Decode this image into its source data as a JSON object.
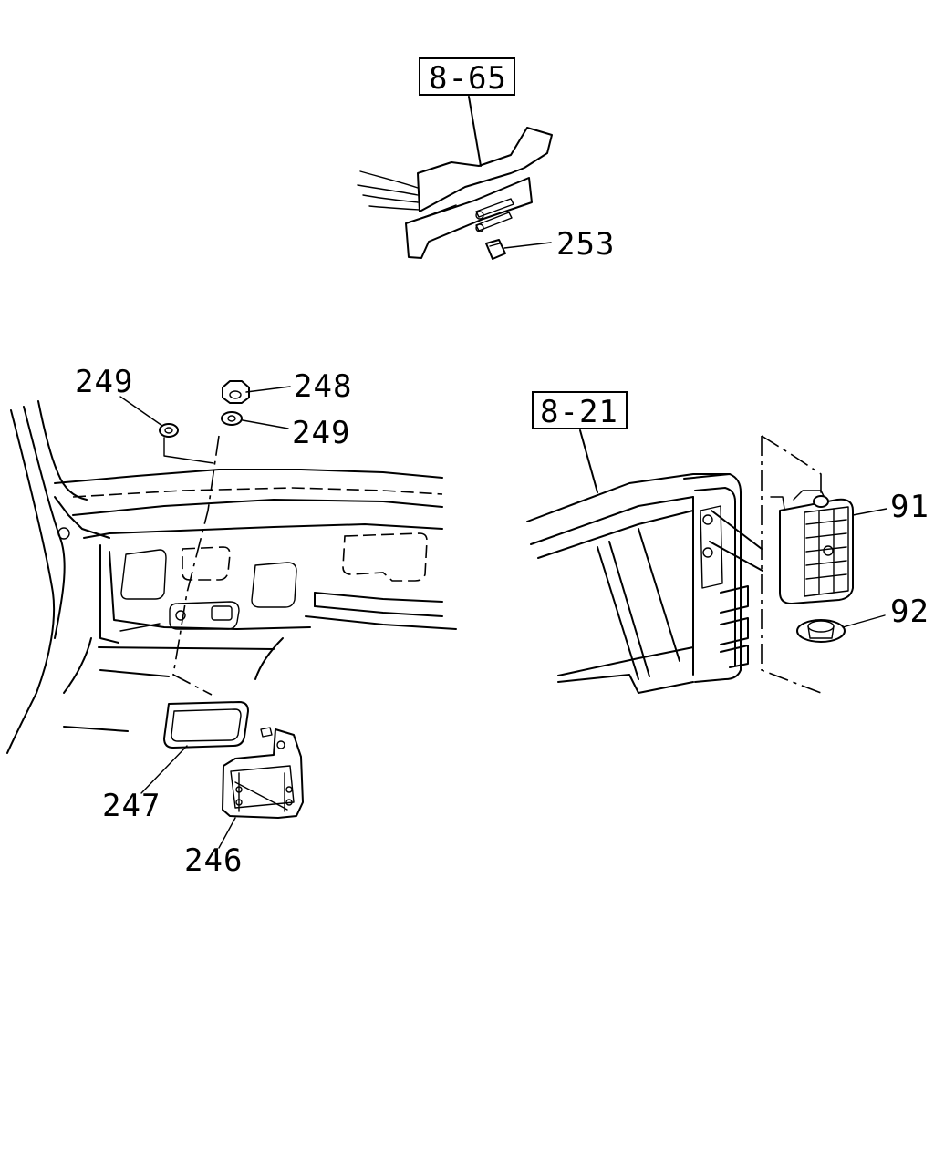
{
  "references": {
    "ref_8_65": "8-65",
    "ref_8_21": "8-21"
  },
  "callouts": {
    "c253": "253",
    "c249a": "249",
    "c248": "248",
    "c249b": "249",
    "c247": "247",
    "c246": "246",
    "c91": "91",
    "c92": "92"
  }
}
